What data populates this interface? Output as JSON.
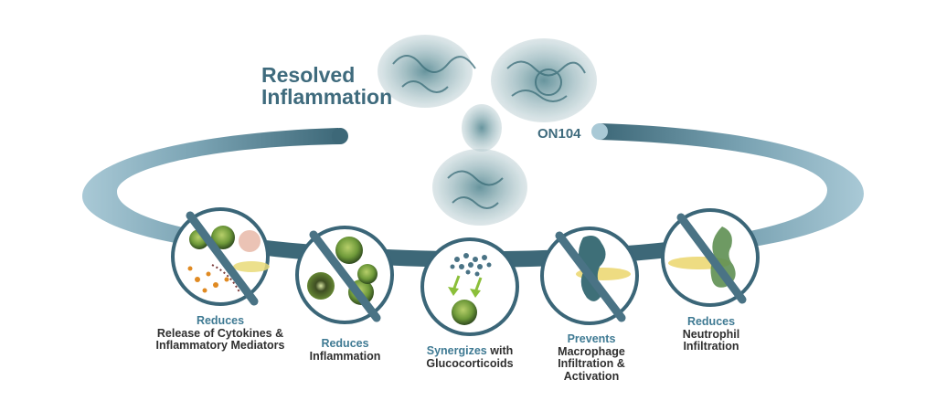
{
  "title": {
    "line1": "Resolved",
    "line2": "Inflammation"
  },
  "agent_label": "ON104",
  "effects": [
    {
      "highlight": "Reduces",
      "text": "Release of Cytokines & Inflammatory Mediators",
      "blocked": true
    },
    {
      "highlight": "Reduces",
      "text": "Inflammation",
      "blocked": true
    },
    {
      "highlight": "Synergizes",
      "text": "with Glucocorticoids",
      "blocked": false
    },
    {
      "highlight": "Prevents",
      "text": "Macrophage Infiltration & Activation",
      "blocked": true
    },
    {
      "highlight": "Reduces",
      "text": "Neutrophil Infiltration",
      "blocked": true
    }
  ],
  "colors": {
    "arc_dark": "#3d6878",
    "arc_light": "#a9c9d6",
    "circle_border": "#3b6678",
    "slash": "#4a7385",
    "highlight_text": "#3f7a93",
    "cell_green": "#6f9a3a",
    "antibody": "#3e6f78"
  }
}
